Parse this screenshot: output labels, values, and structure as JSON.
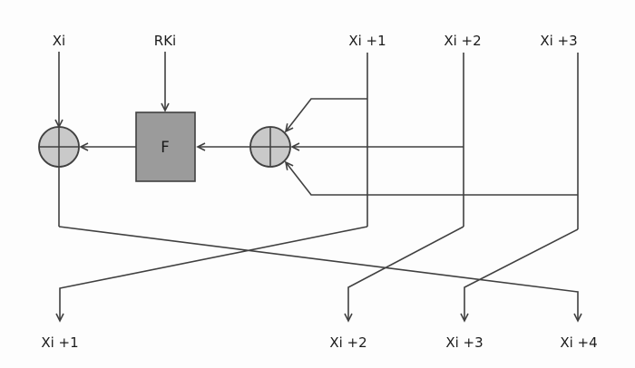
{
  "colors": {
    "background": "#fdfdfd",
    "line": "#404040",
    "label_text": "#1b1b1b",
    "xor_circle_fill": "#c9c9c9",
    "f_box_fill": "#9b9b9b"
  },
  "top_labels": {
    "xi": "Xi",
    "rki": "RKi",
    "xi1": "Xi +1",
    "xi2": "Xi +2",
    "xi3": "Xi +3"
  },
  "bottom_labels": {
    "xi1": "Xi +1",
    "xi2": "Xi +2",
    "xi3": "Xi +3",
    "xi4": "Xi +4"
  },
  "f_box": {
    "label": "F"
  }
}
